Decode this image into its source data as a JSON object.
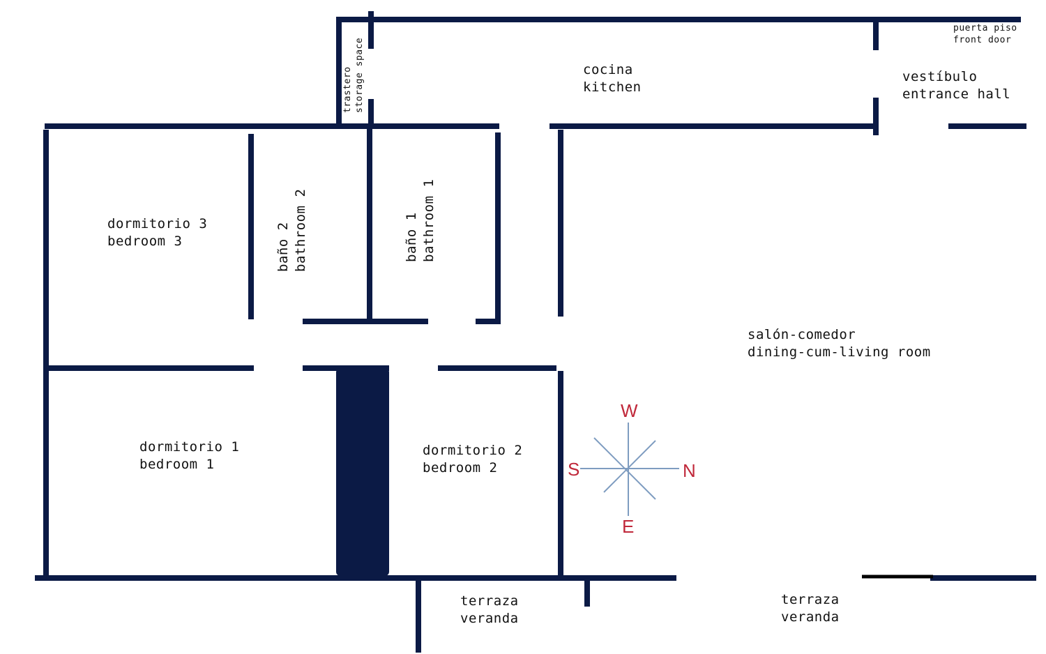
{
  "colors": {
    "wall": "#0b1a45",
    "compass_letters": "#c0283a",
    "compass_lines": "#7e9cc0"
  },
  "rooms": {
    "kitchen": {
      "es": "cocina",
      "en": "kitchen"
    },
    "entrance_hall": {
      "es": "vestíbulo",
      "en": "entrance hall"
    },
    "front_door": {
      "es": "puerta piso",
      "en": "front door"
    },
    "storage": {
      "es": "trastero",
      "en": "storage space"
    },
    "bedroom3": {
      "es": "dormitorio 3",
      "en": "bedroom 3"
    },
    "bathroom2": {
      "es": "baño 2",
      "en": "bathroom 2"
    },
    "bathroom1": {
      "es": "baño 1",
      "en": "bathroom 1"
    },
    "living": {
      "es": "salón-comedor",
      "en": "dining-cum-living room"
    },
    "bedroom1": {
      "es": "dormitorio 1",
      "en": "bedroom 1"
    },
    "bedroom2": {
      "es": "dormitorio 2",
      "en": "bedroom 2"
    },
    "veranda_left": {
      "es": "terraza",
      "en": "veranda"
    },
    "veranda_right": {
      "es": "terraza",
      "en": "veranda"
    }
  },
  "compass": {
    "west": "W",
    "south": "S",
    "north": "N",
    "east": "E"
  }
}
